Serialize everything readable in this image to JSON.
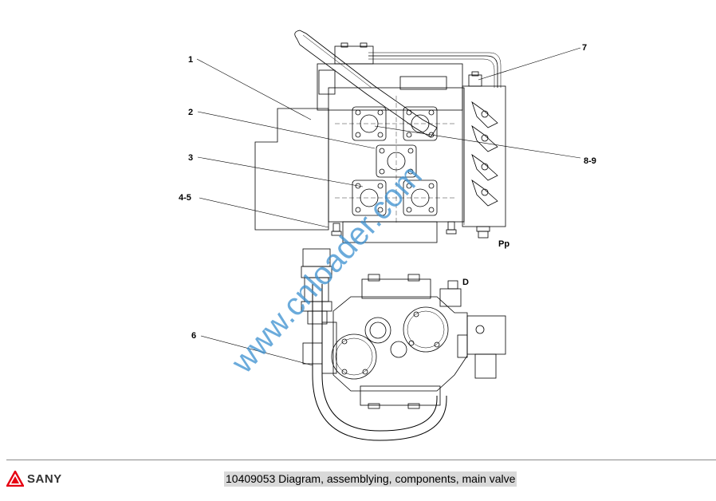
{
  "callouts": {
    "c1": "1",
    "c2": "2",
    "c3": "3",
    "c45": "4-5",
    "c6": "6",
    "c7": "7",
    "c89": "8-9",
    "pp": "Pp",
    "d": "D"
  },
  "watermark": "www.cnloader.com",
  "footer": {
    "brand": "SANY",
    "caption": "10409053 Diagram, assemblying, components, main valve"
  },
  "colors": {
    "line": "#000000",
    "watermark": "#3a8fd0",
    "brand_red": "#e60012",
    "caption_bg": "#d9d9d9"
  }
}
